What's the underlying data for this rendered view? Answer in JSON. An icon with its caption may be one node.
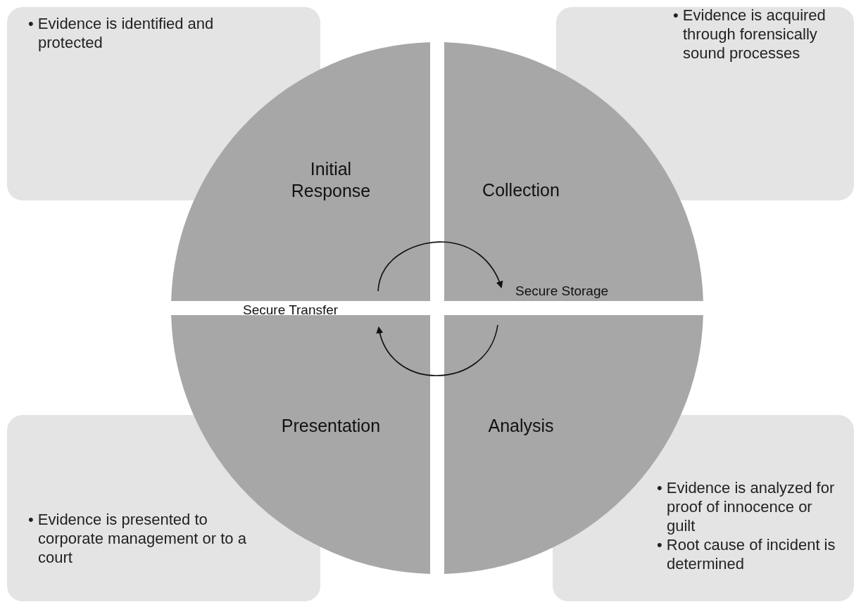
{
  "diagram": {
    "nodes": [
      {
        "text": [
          "• Evidence is identified and protected"
        ]
      },
      {
        "text": [
          "• Evidence is acquired through forensically sound processes"
        ]
      },
      {
        "text": [
          "Initial Response"
        ]
      },
      {
        "text": [
          "Collection"
        ]
      },
      {
        "text": [
          "Presentation"
        ]
      },
      {
        "text": [
          "Analysis"
        ]
      },
      {
        "text": [
          "• Evidence is presented to corporate management or to a court"
        ]
      },
      {
        "text": [
          "• Evidence is analyzed for proof of innocence or guilt",
          "• Root cause of incident is determined"
        ]
      }
    ],
    "edges": [
      {
        "from": 2,
        "to": 3,
        "arrow": "to",
        "label": "Secure Storage"
      },
      {
        "from": 5,
        "to": 4,
        "arrow": "to",
        "label": "Secure Transfer"
      }
    ]
  }
}
